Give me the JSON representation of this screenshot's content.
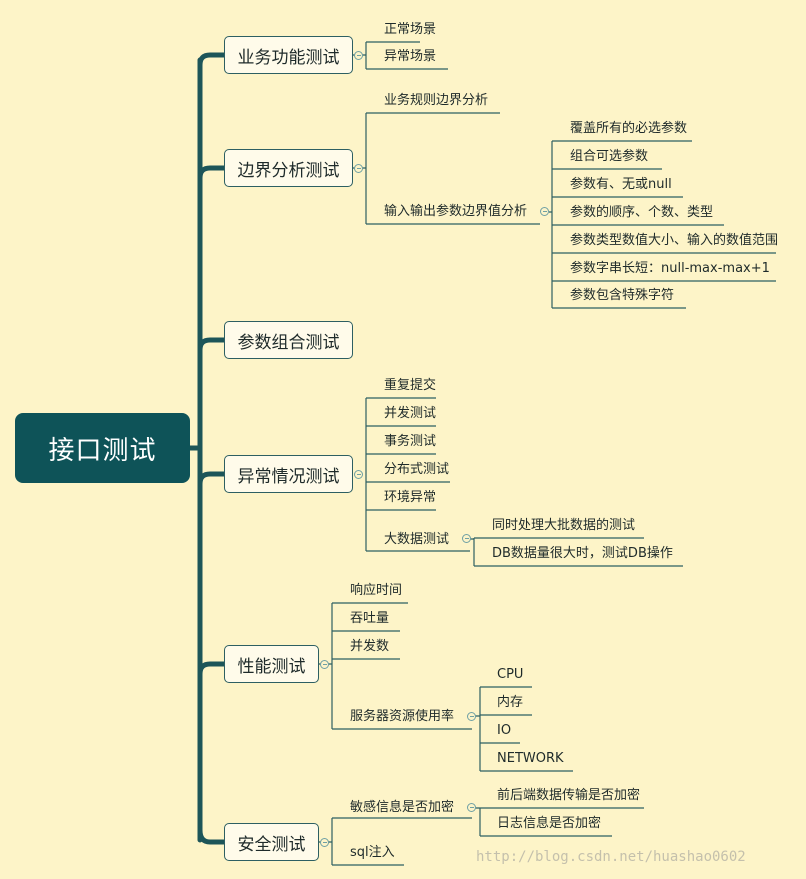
{
  "root": "接口测试",
  "branches": {
    "business": {
      "label": "业务功能测试",
      "items": [
        "正常场景",
        "异常场景"
      ]
    },
    "boundary": {
      "label": "边界分析测试",
      "items": [
        "业务规则边界分析"
      ],
      "io": {
        "label": "输入输出参数边界值分析",
        "items": [
          "覆盖所有的必选参数",
          "组合可选参数",
          "参数有、无或null",
          "参数的顺序、个数、类型",
          "参数类型数值大小、输入的数值范围",
          "参数字串长短：null-max-max+1",
          "参数包含特殊字符"
        ]
      }
    },
    "combo": {
      "label": "参数组合测试"
    },
    "exception": {
      "label": "异常情况测试",
      "items": [
        "重复提交",
        "并发测试",
        "事务测试",
        "分布式测试",
        "环境异常"
      ],
      "bigdata": {
        "label": "大数据测试",
        "items": [
          "同时处理大批数据的测试",
          "DB数据量很大时，测试DB操作"
        ]
      }
    },
    "performance": {
      "label": "性能测试",
      "items": [
        "响应时间",
        "吞吐量",
        "并发数"
      ],
      "server": {
        "label": "服务器资源使用率",
        "items": [
          "CPU",
          "内存",
          "IO",
          "NETWORK"
        ]
      }
    },
    "security": {
      "label": "安全测试",
      "sensitive": {
        "label": "敏感信息是否加密",
        "items": [
          "前后端数据传输是否加密",
          "日志信息是否加密"
        ]
      },
      "items": [
        "sql注入"
      ]
    }
  },
  "watermark": "http://blog.csdn.net/huashao0602",
  "colors": {
    "background": "#fdf4c8",
    "root": "#0e5358",
    "line": "#2d5f62"
  }
}
